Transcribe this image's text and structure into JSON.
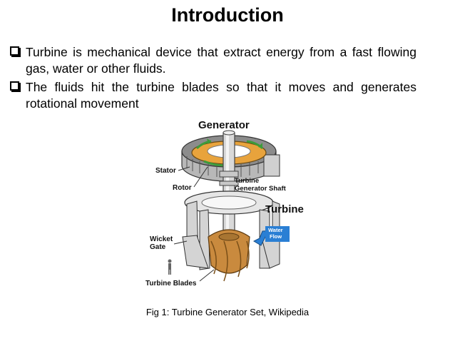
{
  "title": "Introduction",
  "bullets": [
    "Turbine is mechanical device that extract energy from a fast flowing gas, water or other fluids.",
    "The fluids hit the turbine  blades so that it moves and generates rotational movement"
  ],
  "figure": {
    "labels": {
      "generator": "Generator",
      "stator": "Stator",
      "rotor": "Rotor",
      "shaft_line1": "Turbine",
      "shaft_line2": "Generator Shaft",
      "turbine": "Turbine",
      "water_line1": "Water",
      "water_line2": "Flow",
      "wicket_line1": "Wicket",
      "wicket_line2": "Gate",
      "blades": "Turbine Blades"
    },
    "colors": {
      "rotor": "#e8a33c",
      "blades": "#c98a3e",
      "water": "#2a7fd4",
      "stator": "#9a9a9a"
    }
  },
  "caption": "Fig 1: Turbine Generator Set, Wikipedia"
}
